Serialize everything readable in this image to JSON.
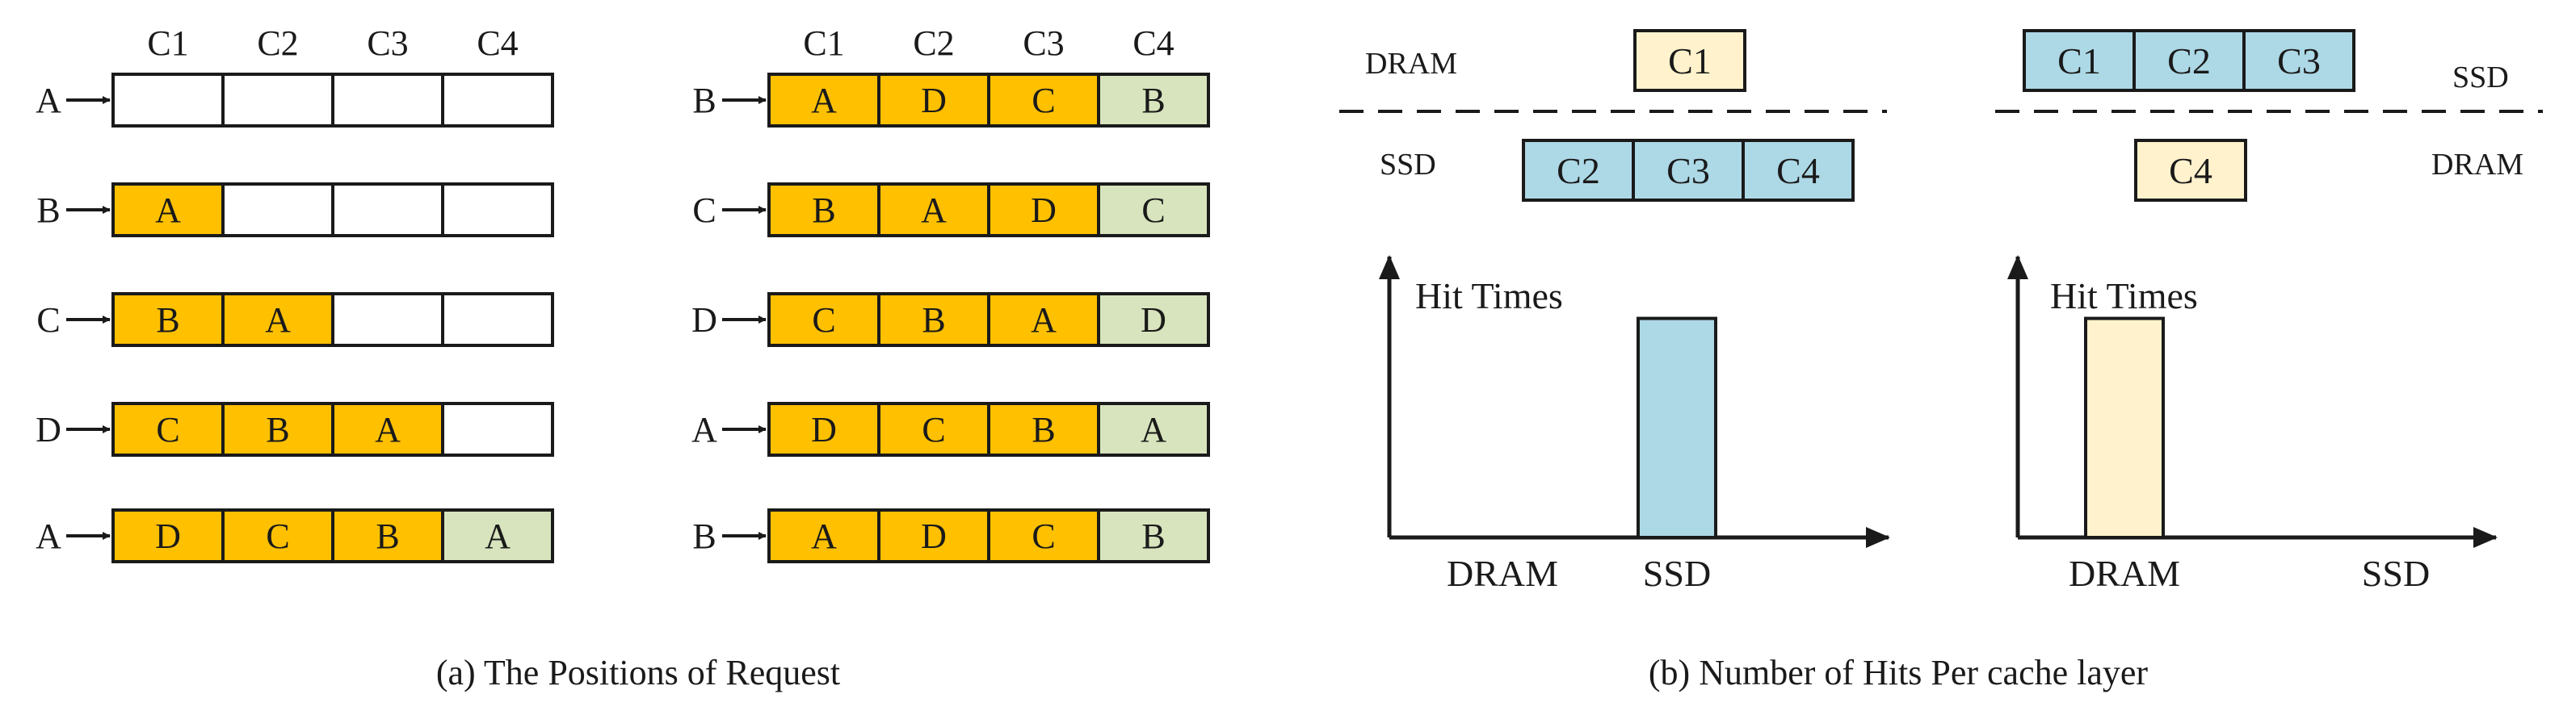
{
  "colors": {
    "filled": "#FFC000",
    "last": "#D7E4BD",
    "empty": "#FFFFFF",
    "ssd": "#ADD8E6",
    "dram": "#FFF2CC",
    "stroke": "#1A1A1A"
  },
  "panel_a": {
    "caption": "(a) The Positions of Request",
    "left": {
      "columns": [
        "C1",
        "C2",
        "C3",
        "C4"
      ],
      "rows": [
        {
          "request": "A",
          "cells": [
            "",
            "",
            "",
            ""
          ]
        },
        {
          "request": "B",
          "cells": [
            "A",
            "",
            "",
            ""
          ]
        },
        {
          "request": "C",
          "cells": [
            "B",
            "A",
            "",
            ""
          ]
        },
        {
          "request": "D",
          "cells": [
            "C",
            "B",
            "A",
            ""
          ]
        },
        {
          "request": "A",
          "cells": [
            "D",
            "C",
            "B",
            "A"
          ]
        }
      ]
    },
    "right": {
      "columns": [
        "C1",
        "C2",
        "C3",
        "C4"
      ],
      "rows": [
        {
          "request": "B",
          "cells": [
            "A",
            "D",
            "C",
            "B"
          ]
        },
        {
          "request": "C",
          "cells": [
            "B",
            "A",
            "D",
            "C"
          ]
        },
        {
          "request": "D",
          "cells": [
            "C",
            "B",
            "A",
            "D"
          ]
        },
        {
          "request": "A",
          "cells": [
            "D",
            "C",
            "B",
            "A"
          ]
        },
        {
          "request": "B",
          "cells": [
            "A",
            "D",
            "C",
            "B"
          ]
        }
      ]
    }
  },
  "panel_b": {
    "caption": "(b) Number of Hits Per cache layer",
    "left": {
      "top_label": "DRAM",
      "top_cells": [
        "C1"
      ],
      "bottom_label": "SSD",
      "bottom_cells": [
        "C2",
        "C3",
        "C4"
      ],
      "y_label": "Hit Times",
      "x_labels": [
        "DRAM",
        "SSD"
      ],
      "bar_category": "SSD",
      "bar_value": 0.78
    },
    "right": {
      "top_label": "SSD",
      "top_cells": [
        "C1",
        "C2",
        "C3"
      ],
      "bottom_label": "DRAM",
      "bottom_cells": [
        "C4"
      ],
      "y_label": "Hit Times",
      "x_labels": [
        "DRAM",
        "SSD"
      ],
      "bar_category": "DRAM",
      "bar_value": 0.78
    }
  }
}
